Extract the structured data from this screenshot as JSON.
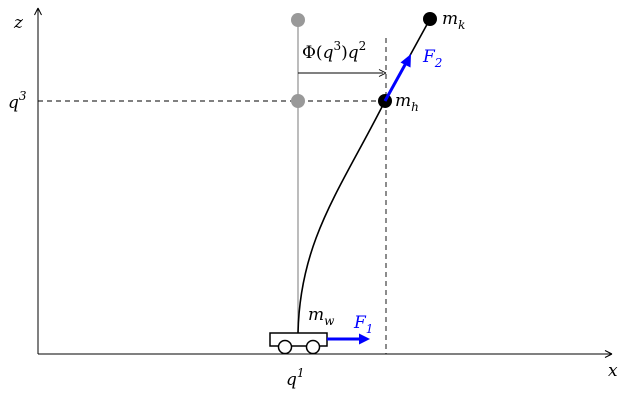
{
  "axes": {
    "x_label": "x",
    "z_label": "z",
    "q1_label": "q",
    "q1_sup": "1",
    "q3_label": "q",
    "q3_sup": "3"
  },
  "masses": {
    "wheel_label": "m",
    "wheel_sub": "w",
    "hinge_label": "m",
    "hinge_sub": "h",
    "tip_label": "m",
    "tip_sub": "k"
  },
  "forces": {
    "f1_label": "F",
    "f1_sub": "1",
    "f2_label": "F",
    "f2_sub": "2"
  },
  "deflection": {
    "phi": "Φ(",
    "q_a": "q",
    "sup_a": "3",
    "close": ")",
    "q_b": "q",
    "sup_b": "2"
  },
  "colors": {
    "axis": "#000000",
    "undeformed": "#999999",
    "deformed": "#000000",
    "force": "#0000ff"
  }
}
